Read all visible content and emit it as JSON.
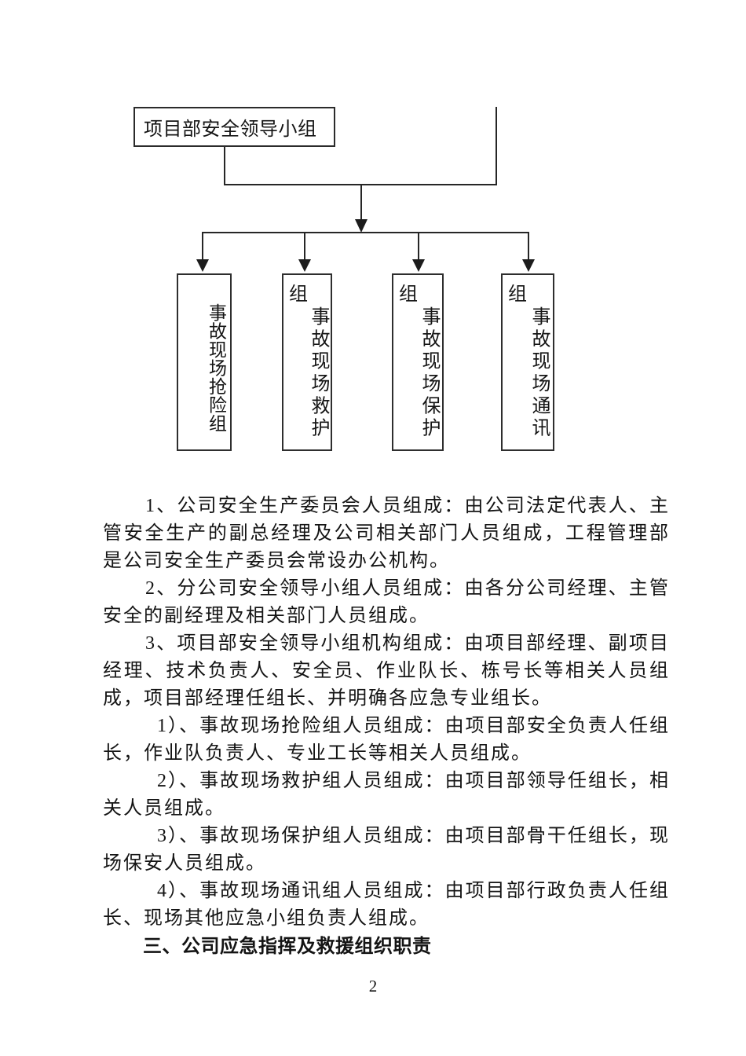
{
  "page": {
    "number": "2"
  },
  "org_chart": {
    "root_box": {
      "label": "项目部安全领导小组"
    },
    "child_boxes": [
      {
        "main": "事故现场抢险组",
        "overflow": ""
      },
      {
        "main": "事故现场救护",
        "overflow": "组"
      },
      {
        "main": "事故现场保护",
        "overflow": "组"
      },
      {
        "main": "事故现场通讯",
        "overflow": "组"
      }
    ]
  },
  "body": {
    "paragraphs": [
      {
        "text": "1、公司安全生产委员会人员组成：由公司法定代表人、主管安全生产的副总经理及公司相关部门人员组成，工程管理部是公司安全生产委员会常设办公机构。"
      },
      {
        "text": "2、分公司安全领导小组人员组成：由各分公司经理、主管安全的副经理及相关部门人员组成。"
      },
      {
        "text": "3、项目部安全领导小组机构组成：由项目部经理、副项目经理、技术负责人、安全员、作业队长、栋号长等相关人员组成，项目部经理任组长、并明确各应急专业组长。"
      },
      {
        "text": "1）、事故现场抢险组人员组成：由项目部安全负责人任组长，作业队负责人、专业工长等相关人员组成。"
      },
      {
        "text": "2）、事故现场救护组人员组成：由项目部领导任组长，相关人员组成。"
      },
      {
        "text": "3）、事故现场保护组人员组成：由项目部骨干任组长，现场保安人员组成。"
      },
      {
        "text": "4）、事故现场通讯组人员组成：由项目部行政负责人任组长、现场其他应急小组负责人组成。"
      }
    ],
    "heading": "三、公司应急指挥及救援组织职责"
  }
}
